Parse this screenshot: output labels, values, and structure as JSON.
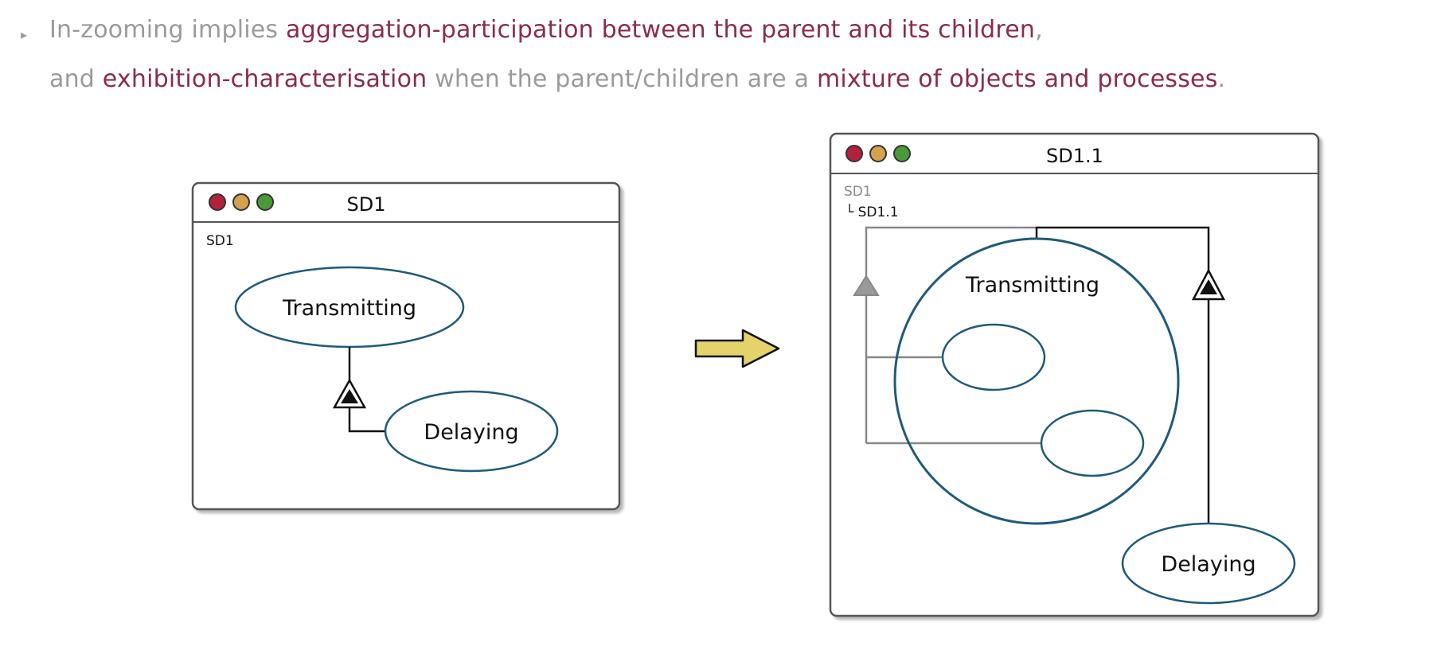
{
  "text": {
    "bullet": "▸",
    "line1": {
      "part1": "In-zooming implies ",
      "hl1": "aggregation-participation between the parent and its children",
      "part2": ","
    },
    "line2": {
      "part1": "and ",
      "hl1": "exhibition-characterisation",
      "part2": " when the parent/children are a ",
      "hl2": "mixture of objects and processes",
      "part3": "."
    }
  },
  "colors": {
    "highlight": "#8c2b4a",
    "muted_text": "#9a9a9a",
    "process_stroke": "#1f5a7a",
    "window_red": "#b3213a",
    "window_yellow": "#d4a24c",
    "window_green": "#4a9a3a",
    "arrow_fill": "#e3d36a"
  },
  "diagram_left": {
    "window_title": "SD1",
    "breadcrumb": "SD1",
    "process_parent": "Transmitting",
    "process_child": "Delaying"
  },
  "diagram_right": {
    "window_title": "SD1.1",
    "breadcrumb_parent": "SD1",
    "breadcrumb_child": "└ SD1.1",
    "process_parent": "Transmitting",
    "process_child": "Delaying"
  }
}
